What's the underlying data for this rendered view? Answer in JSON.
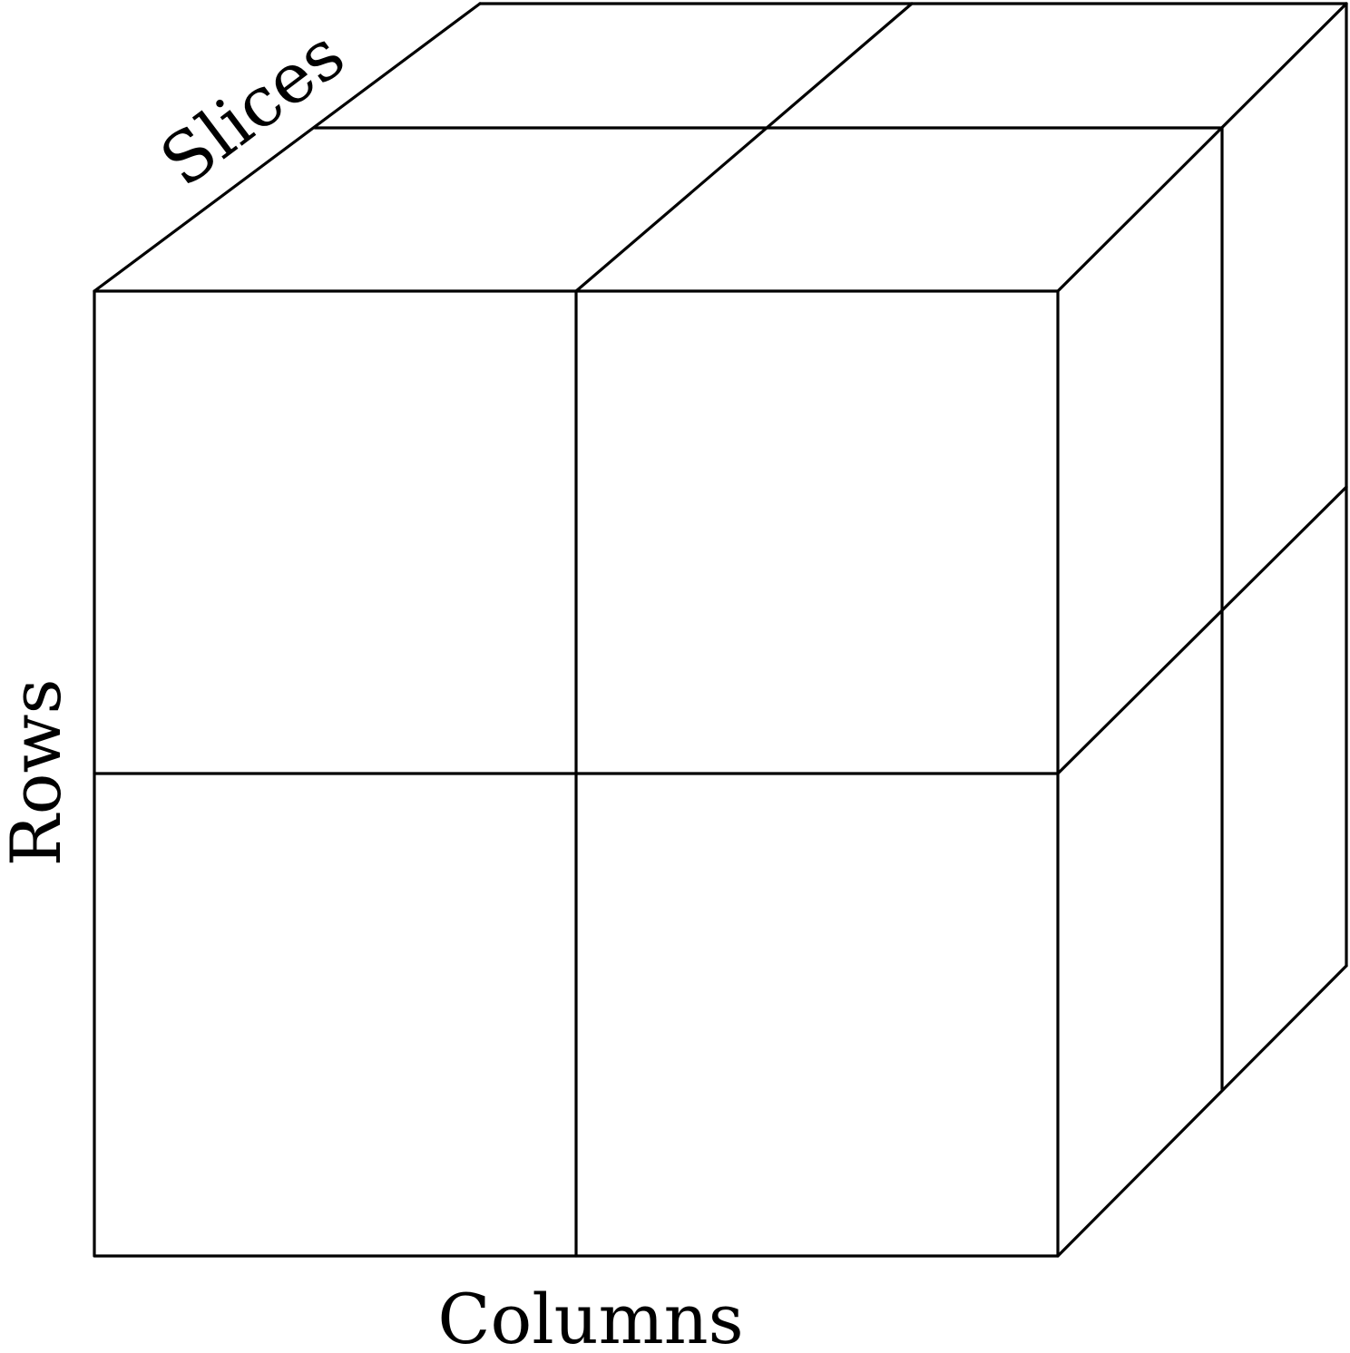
{
  "diagram": {
    "type": "3d-array-cube",
    "grid": {
      "rows": 2,
      "columns": 2,
      "slices": 2
    },
    "line_color": "#000000",
    "background": "#ffffff",
    "labels": {
      "rows": "Rows",
      "columns": "Columns",
      "slices": "Slices"
    }
  }
}
